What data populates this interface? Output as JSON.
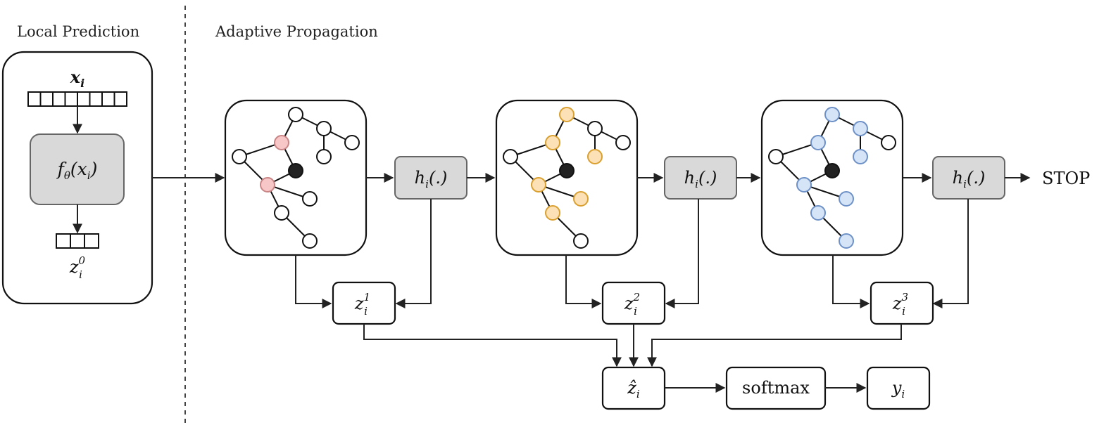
{
  "sections": {
    "local_prediction": "Local Prediction",
    "adaptive_propagation": "Adaptive Propagation"
  },
  "local": {
    "input_label": "x_i",
    "function_label": "f_θ(x_i)",
    "output_label": "z_i^0"
  },
  "halting_label": "h_i(.)",
  "stop_label": "STOP",
  "aggregated_label": "ẑ_i",
  "softmax_label": "softmax",
  "output_label": "y_i",
  "steps": [
    {
      "z_label": "z_i^1",
      "highlight_color": "#f7c6c7",
      "highlight_stroke": "#c98585"
    },
    {
      "z_label": "z_i^2",
      "highlight_color": "#fde1b6",
      "highlight_stroke": "#d9a030"
    },
    {
      "z_label": "z_i^3",
      "highlight_color": "#d6e4f7",
      "highlight_stroke": "#6d91c7"
    }
  ],
  "colors": {
    "gray_box": "#d9d9d9",
    "center_node": "#222222"
  }
}
